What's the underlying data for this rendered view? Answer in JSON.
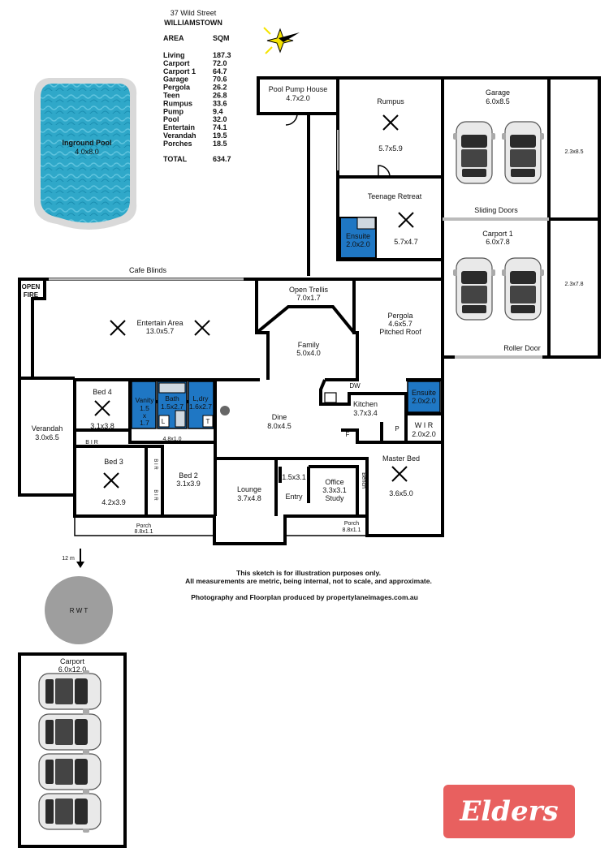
{
  "header": {
    "address_line1": "37 Wild Street",
    "address_line2": "WILLIAMSTOWN",
    "col_area": "AREA",
    "col_sqm": "SQM"
  },
  "areas": [
    {
      "name": "Living",
      "sqm": "187.3"
    },
    {
      "name": "Carport",
      "sqm": "72.0"
    },
    {
      "name": "Carport 1",
      "sqm": "64.7"
    },
    {
      "name": "Garage",
      "sqm": "70.6"
    },
    {
      "name": "Pergola",
      "sqm": "26.2"
    },
    {
      "name": "Teen",
      "sqm": "26.8"
    },
    {
      "name": "Rumpus",
      "sqm": "33.6"
    },
    {
      "name": "Pump",
      "sqm": "9.4"
    },
    {
      "name": "Pool",
      "sqm": "32.0"
    },
    {
      "name": "Entertain",
      "sqm": "74.1"
    },
    {
      "name": "Verandah",
      "sqm": "19.5"
    },
    {
      "name": "Porches",
      "sqm": "18.5"
    }
  ],
  "total": {
    "label": "TOTAL",
    "sqm": "634.7"
  },
  "pool": {
    "name": "Inground Pool",
    "dims": "4.0x8.0"
  },
  "pump_house": {
    "name": "Pool Pump House",
    "dims": "4.7x2.0"
  },
  "rumpus": {
    "name": "Rumpus",
    "dims": "5.7x5.9"
  },
  "garage": {
    "name": "Garage",
    "dims": "6.0x8.5",
    "side": "2.3x8.5"
  },
  "teen": {
    "name": "Teenage Retreat",
    "dims": "5.7x4.7"
  },
  "ensuite_teen": {
    "name": "Ensuite",
    "dims": "2.0x2.0"
  },
  "sliding_doors": "Sliding Doors",
  "carport1": {
    "name": "Carport 1",
    "dims": "6.0x7.8",
    "side": "2.3x7.8"
  },
  "roller_door": "Roller Door",
  "cafe_blinds": "Cafe Blinds",
  "open_fire": {
    "l1": "OPEN",
    "l2": "FIRE"
  },
  "entertain": {
    "name": "Entertain Area",
    "dims": "13.0x5.7"
  },
  "trellis": {
    "name": "Open Trellis",
    "dims": "7.0x1.7"
  },
  "pergola": {
    "name": "Pergola",
    "dims": "4.6x5.7",
    "note": "Pitched Roof"
  },
  "family": {
    "name": "Family",
    "dims": "5.0x4.0"
  },
  "bed4": {
    "name": "Bed 4",
    "dims": "3.1x3.8"
  },
  "vanity": {
    "name": "Vanity",
    "d1": "1.5",
    "d2": "x",
    "d3": "1.7"
  },
  "bath": {
    "name": "Bath",
    "dims": "1.5x2.7"
  },
  "ldry": {
    "name": "L,dry",
    "dims": "1.6x2.7"
  },
  "dine": {
    "name": "Dine",
    "dims": "8.0x4.5"
  },
  "kitchen": {
    "name": "Kitchen",
    "dims": "3.7x3.4"
  },
  "dw": "DW",
  "ensuite_master": {
    "name": "Ensuite",
    "dims": "2.0x2.0"
  },
  "wir": {
    "name": "W I R",
    "dims": "2.0x2.0"
  },
  "verandah": {
    "name": "Verandah",
    "dims": "3.0x6.5"
  },
  "bir": "B I R",
  "hall": "4.8x1.0",
  "bed3": {
    "name": "Bed 3",
    "dims": "4.2x3.9"
  },
  "bed2": {
    "name": "Bed 2",
    "dims": "3.1x3.9"
  },
  "lounge": {
    "name": "Lounge",
    "dims": "3.7x4.8"
  },
  "entry": {
    "name": "Entry",
    "dims": "1.5x3.1"
  },
  "office": {
    "name": "Office",
    "dims": "3.3x3.1",
    "sub": "Study"
  },
  "bench": "Bench",
  "master": {
    "name": "Master Bed",
    "dims": "3.6x5.0"
  },
  "porch_left": {
    "name": "Porch",
    "dims": "8.8x1.1"
  },
  "porch_right": {
    "name": "Porch",
    "dims": "8.8x1.1"
  },
  "marks": {
    "l": "L",
    "t": "T",
    "f": "F",
    "p": "P"
  },
  "distance": "12 m",
  "rwt": "R W T",
  "carport": {
    "name": "Carport",
    "dims": "6.0x12.0"
  },
  "disclaimer1": "This sketch is for illustration purposes only.",
  "disclaimer2": "All measurements are metric, being internal, not to scale, and approximate.",
  "credit": "Photography and Floorplan produced by propertylaneimages.com.au",
  "logo_text": "Elders",
  "colors": {
    "wall": "#000000",
    "pool": "#2aa7c9",
    "wet_area": "#1f77c4",
    "rwt": "#9e9e9e",
    "logo": "#e8605f"
  }
}
